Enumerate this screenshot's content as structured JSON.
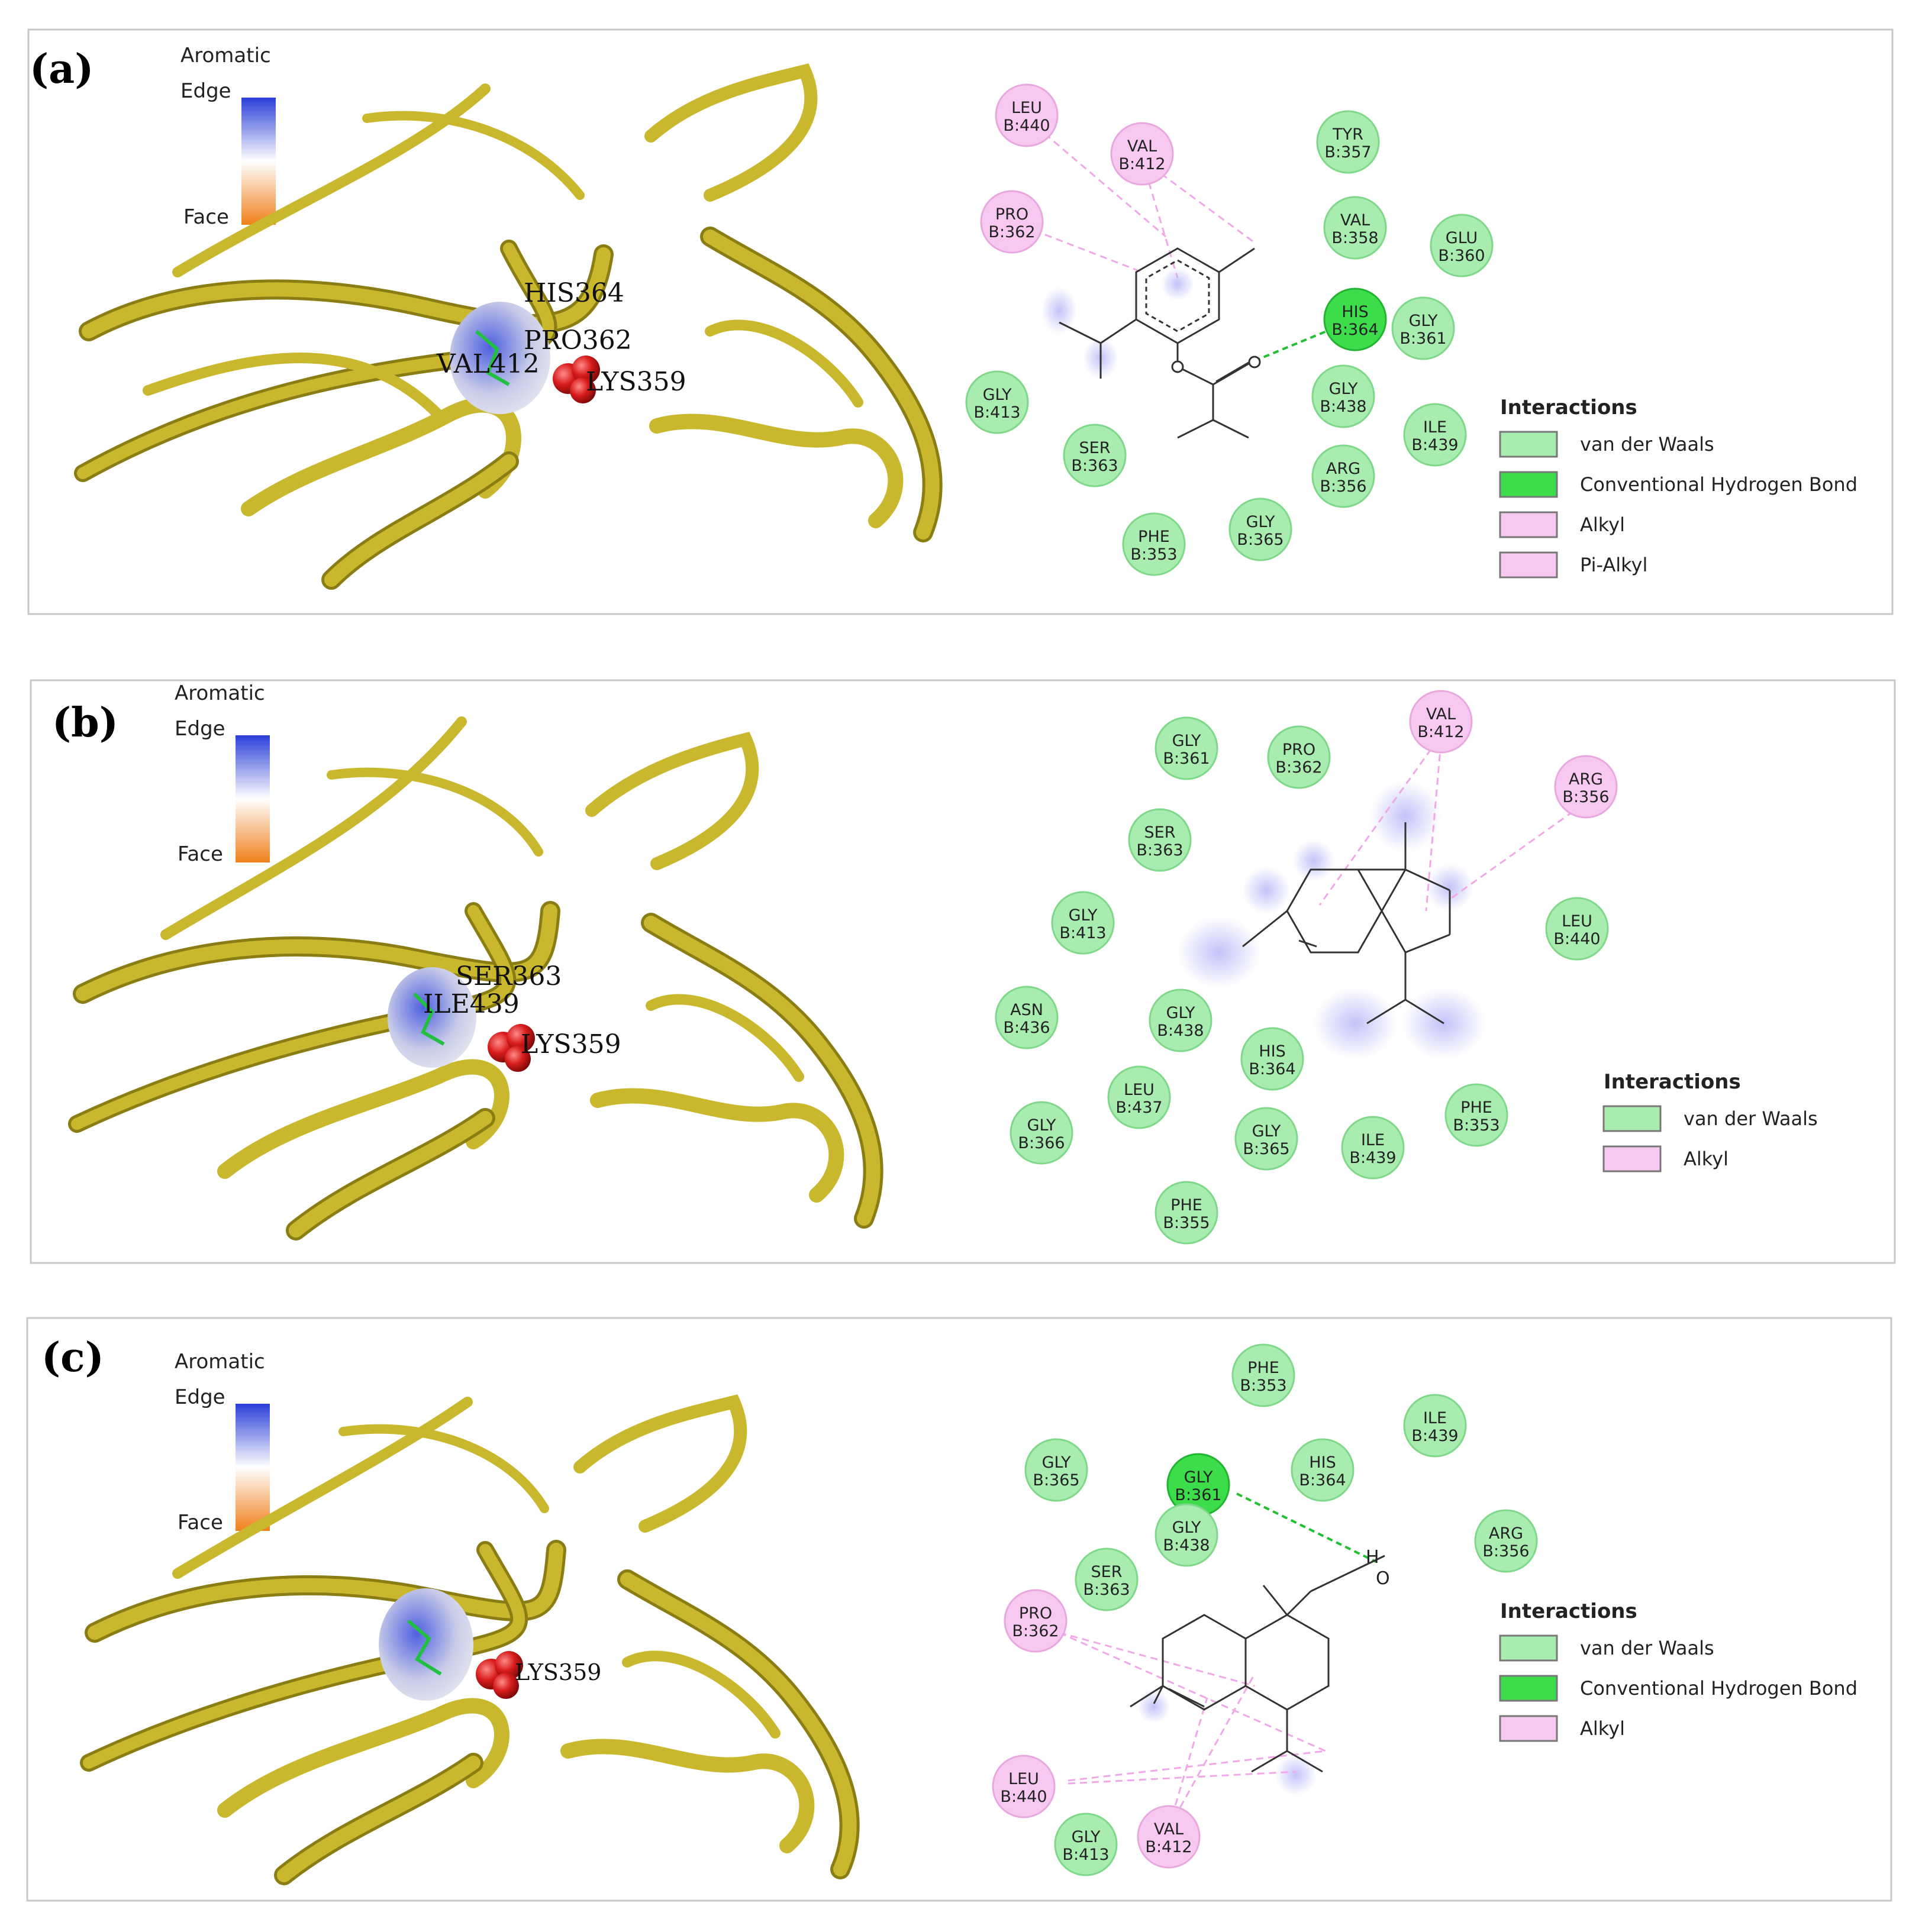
{
  "colors": {
    "vdw": "#a8ecb0",
    "vdw_stroke": "#7fd88a",
    "hbond": "#3ddc4a",
    "hbond_stroke": "#22b430",
    "alkyl": "#f7c9f0",
    "alkyl_stroke": "#e8a8df",
    "ribbon": "#c9b82e",
    "ribbon_dark": "#8a7d14",
    "ligand_sphere": "#d81c1c",
    "edge_blue": "#2b3fd8",
    "face_orange": "#f0801c"
  },
  "panels": [
    {
      "letter": "(a)",
      "scale": {
        "title": "Aromatic",
        "top": "Edge",
        "bottom": "Face"
      },
      "pocket_labels": [
        "HIS364",
        "PRO362",
        "VAL412",
        "LYS359"
      ],
      "residues": [
        {
          "name": "LEU",
          "num": "B:440",
          "type": "alkyl"
        },
        {
          "name": "VAL",
          "num": "B:412",
          "type": "alkyl"
        },
        {
          "name": "PRO",
          "num": "B:362",
          "type": "alkyl"
        },
        {
          "name": "TYR",
          "num": "B:357",
          "type": "vdw"
        },
        {
          "name": "VAL",
          "num": "B:358",
          "type": "vdw"
        },
        {
          "name": "GLU",
          "num": "B:360",
          "type": "vdw"
        },
        {
          "name": "HIS",
          "num": "B:364",
          "type": "hbond"
        },
        {
          "name": "GLY",
          "num": "B:361",
          "type": "vdw"
        },
        {
          "name": "GLY",
          "num": "B:413",
          "type": "vdw"
        },
        {
          "name": "GLY",
          "num": "B:438",
          "type": "vdw"
        },
        {
          "name": "ILE",
          "num": "B:439",
          "type": "vdw"
        },
        {
          "name": "SER",
          "num": "B:363",
          "type": "vdw"
        },
        {
          "name": "ARG",
          "num": "B:356",
          "type": "vdw"
        },
        {
          "name": "GLY",
          "num": "B:365",
          "type": "vdw"
        },
        {
          "name": "PHE",
          "num": "B:353",
          "type": "vdw"
        }
      ],
      "legend": {
        "title": "Interactions",
        "items": [
          {
            "label": "van der Waals",
            "type": "vdw"
          },
          {
            "label": "Conventional Hydrogen Bond",
            "type": "hbond"
          },
          {
            "label": "Alkyl",
            "type": "alkyl"
          },
          {
            "label": "Pi-Alkyl",
            "type": "alkyl"
          }
        ]
      }
    },
    {
      "letter": "(b)",
      "scale": {
        "title": "Aromatic",
        "top": "Edge",
        "bottom": "Face"
      },
      "pocket_labels": [
        "SER363",
        "ILE439",
        "LYS359"
      ],
      "residues": [
        {
          "name": "GLY",
          "num": "B:361",
          "type": "vdw"
        },
        {
          "name": "PRO",
          "num": "B:362",
          "type": "vdw"
        },
        {
          "name": "VAL",
          "num": "B:412",
          "type": "alkyl"
        },
        {
          "name": "ARG",
          "num": "B:356",
          "type": "alkyl"
        },
        {
          "name": "SER",
          "num": "B:363",
          "type": "vdw"
        },
        {
          "name": "GLY",
          "num": "B:413",
          "type": "vdw"
        },
        {
          "name": "LEU",
          "num": "B:440",
          "type": "vdw"
        },
        {
          "name": "ASN",
          "num": "B:436",
          "type": "vdw"
        },
        {
          "name": "GLY",
          "num": "B:438",
          "type": "vdw"
        },
        {
          "name": "HIS",
          "num": "B:364",
          "type": "vdw"
        },
        {
          "name": "LEU",
          "num": "B:437",
          "type": "vdw"
        },
        {
          "name": "PHE",
          "num": "B:353",
          "type": "vdw"
        },
        {
          "name": "GLY",
          "num": "B:366",
          "type": "vdw"
        },
        {
          "name": "GLY",
          "num": "B:365",
          "type": "vdw"
        },
        {
          "name": "ILE",
          "num": "B:439",
          "type": "vdw"
        },
        {
          "name": "PHE",
          "num": "B:355",
          "type": "vdw"
        }
      ],
      "legend": {
        "title": "Interactions",
        "items": [
          {
            "label": "van der Waals",
            "type": "vdw"
          },
          {
            "label": "Alkyl",
            "type": "alkyl"
          }
        ]
      }
    },
    {
      "letter": "(c)",
      "scale": {
        "title": "Aromatic",
        "top": "Edge",
        "bottom": "Face"
      },
      "pocket_labels": [
        "LYS359"
      ],
      "residues": [
        {
          "name": "PHE",
          "num": "B:353",
          "type": "vdw"
        },
        {
          "name": "ILE",
          "num": "B:439",
          "type": "vdw"
        },
        {
          "name": "GLY",
          "num": "B:365",
          "type": "vdw"
        },
        {
          "name": "GLY",
          "num": "B:361",
          "type": "hbond"
        },
        {
          "name": "HIS",
          "num": "B:364",
          "type": "vdw"
        },
        {
          "name": "GLY",
          "num": "B:438",
          "type": "vdw"
        },
        {
          "name": "ARG",
          "num": "B:356",
          "type": "vdw"
        },
        {
          "name": "SER",
          "num": "B:363",
          "type": "vdw"
        },
        {
          "name": "PRO",
          "num": "B:362",
          "type": "alkyl"
        },
        {
          "name": "LEU",
          "num": "B:440",
          "type": "alkyl"
        },
        {
          "name": "GLY",
          "num": "B:413",
          "type": "vdw"
        },
        {
          "name": "VAL",
          "num": "B:412",
          "type": "alkyl"
        }
      ],
      "legend": {
        "title": "Interactions",
        "items": [
          {
            "label": "van der Waals",
            "type": "vdw"
          },
          {
            "label": "Conventional Hydrogen Bond",
            "type": "hbond"
          },
          {
            "label": "Alkyl",
            "type": "alkyl"
          }
        ]
      },
      "atom_labels": [
        "H",
        "O"
      ]
    }
  ]
}
